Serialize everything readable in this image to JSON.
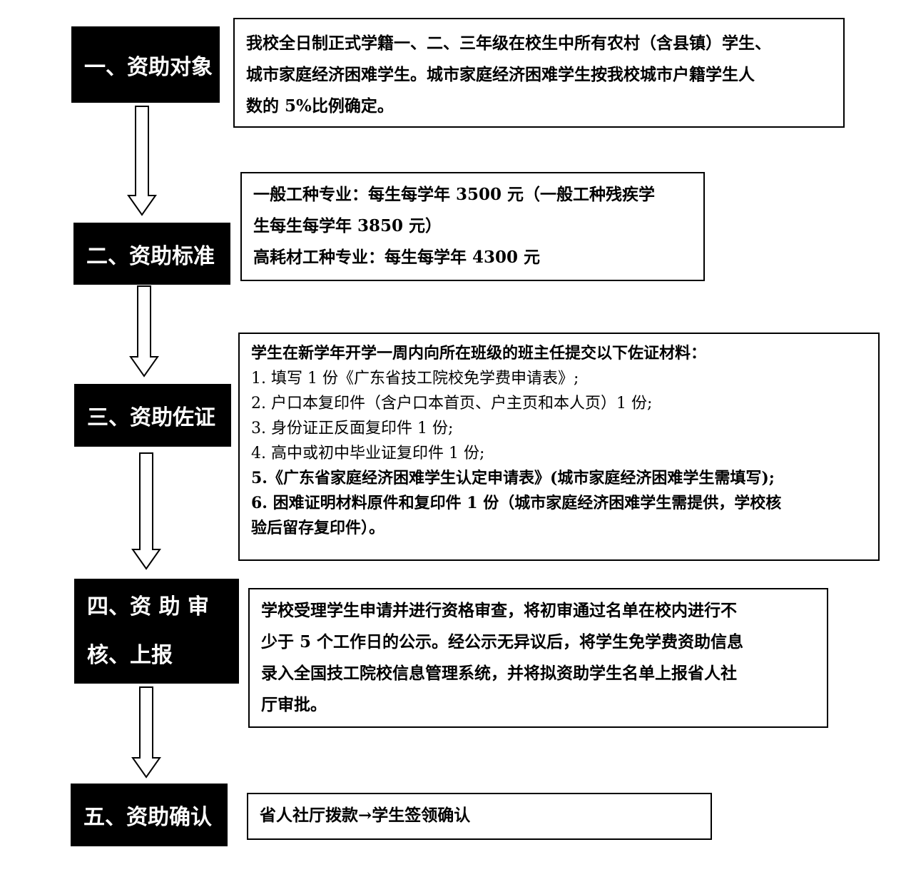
{
  "steps": [
    {
      "label": "一、资助对象"
    },
    {
      "label": "二、资助标准"
    },
    {
      "label": "三、资助佐证"
    },
    {
      "label_line1": "四、资 助 审",
      "label_line2": "核、上报"
    },
    {
      "label": "五、资助确认"
    }
  ],
  "boxes": {
    "target": {
      "lines": [
        "我校全日制正式学籍一、二、三年级在校生中所有农村（含县镇）学生、",
        "城市家庭经济困难学生。城市家庭经济困难学生按我校城市户籍学生人",
        "数的 5%比例确定。"
      ]
    },
    "standard": {
      "lines": [
        "一般工种专业：每生每学年 3500 元（一般工种残疾学",
        "生每生每学年 3850 元）",
        "高耗材工种专业：每生每学年 4300 元"
      ]
    },
    "evidence": {
      "intro": "学生在新学年开学一周内向所在班级的班主任提交以下佐证材料：",
      "items": [
        "1. 填写 1 份《广东省技工院校免学费申请表》;",
        "2. 户口本复印件（含户口本首页、户主页和本人页）1 份;",
        "3. 身份证正反面复印件 1 份;",
        "4. 高中或初中毕业证复印件 1 份;",
        "5.《广东省家庭经济困难学生认定申请表》(城市家庭经济困难学生需填写);",
        "6. 困难证明材料原件和复印件 1 份（城市家庭经济困难学生需提供，学校核",
        "验后留存复印件）。"
      ]
    },
    "review": {
      "lines": [
        "学校受理学生申请并进行资格审查，将初审通过名单在校内进行不",
        "少于 5 个工作日的公示。经公示无异议后，将学生免学费资助信息",
        "录入全国技工院校信息管理系统，并将拟资助学生名单上报省人社",
        "厅审批。"
      ]
    },
    "confirm": {
      "lines": [
        "省人社厅拨款→学生签领确认"
      ]
    }
  }
}
